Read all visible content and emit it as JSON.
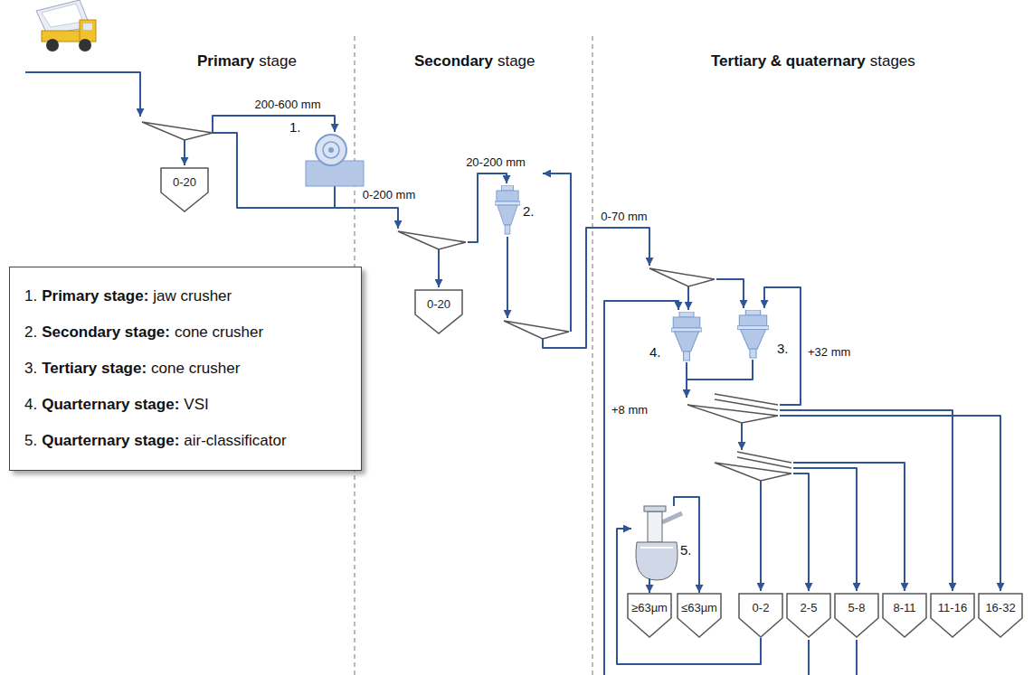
{
  "diagram": {
    "nodes": [
      {
        "text": [
          "1."
        ]
      },
      {
        "text": [
          "0-20"
        ]
      },
      {
        "text": [
          "2."
        ]
      },
      {
        "text": [
          "0-20"
        ]
      },
      {
        "text": [
          "4."
        ]
      },
      {
        "text": [
          "3."
        ]
      },
      {
        "text": [
          "5."
        ]
      },
      {
        "text": [
          "≥63µm"
        ]
      },
      {
        "text": [
          "≤63µm"
        ]
      },
      {
        "text": [
          "0-2"
        ]
      },
      {
        "text": [
          "2-5"
        ]
      },
      {
        "text": [
          "5-8"
        ]
      },
      {
        "text": [
          "8-11"
        ]
      },
      {
        "text": [
          "11-16"
        ]
      },
      {
        "text": [
          "16-32"
        ]
      },
      {
        "text": [
          "1.",
          "Primary stage:",
          "jaw crusher",
          "2.",
          "Secondary stage:",
          "cone crusher",
          "3.",
          "Tertiary stage:",
          "cone crusher",
          "4.",
          "Quarternary stage:",
          "VSI",
          "5.",
          "Quarternary stage:",
          "air-classificator"
        ]
      }
    ],
    "edges": [
      {
        "from": 6,
        "to": 7,
        "arrow": "to"
      },
      {
        "from": 6,
        "to": 8,
        "arrow": "to"
      },
      {
        "from": 9,
        "to": 6,
        "arrow": "to"
      }
    ],
    "labels": [
      "Primary",
      "stage",
      "Secondary",
      "stage",
      "Tertiary & quaternary",
      "stages",
      "200-600 mm",
      "0-200 mm",
      "20-200 mm",
      "0-70 mm",
      "+32 mm",
      "+8 mm"
    ]
  }
}
